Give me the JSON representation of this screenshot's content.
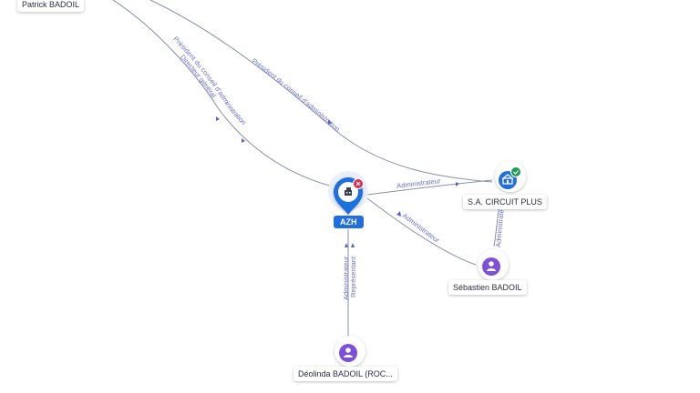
{
  "nodes": {
    "patrick": {
      "label": "Patrick BADOIL"
    },
    "azh": {
      "label": "AZH"
    },
    "circuit": {
      "label": "S.A. CIRCUIT PLUS"
    },
    "sebastien": {
      "label": "Sébastien BADOIL"
    },
    "deolinda": {
      "label": "Déolinda BADOIL (ROC..."
    }
  },
  "edges": {
    "president_ca_circuit": "Président du conseil d'administration",
    "president_ca_azh": "Président du conseil d'administration",
    "dg_azh": "Directeur général",
    "admin_azh_circuit": "Administrateur",
    "admin_seb_azh": "Administrateur",
    "admin_seb_circuit": "Administrateur",
    "admin_deo_azh": "Administrateur",
    "rep_deo_azh": "Représentant"
  },
  "colors": {
    "edge": "#8a90a6",
    "edge_label": "#6b72c9",
    "company_blue": "#1f6fe0",
    "person_purple": "#7e4fd8",
    "status_ok": "#1e9e57",
    "status_closed": "#e0284f"
  },
  "icons": {
    "azh": "company-icon",
    "circuit": "company-icon",
    "person": "person-icon",
    "ok": "check-icon",
    "closed": "close-icon"
  }
}
